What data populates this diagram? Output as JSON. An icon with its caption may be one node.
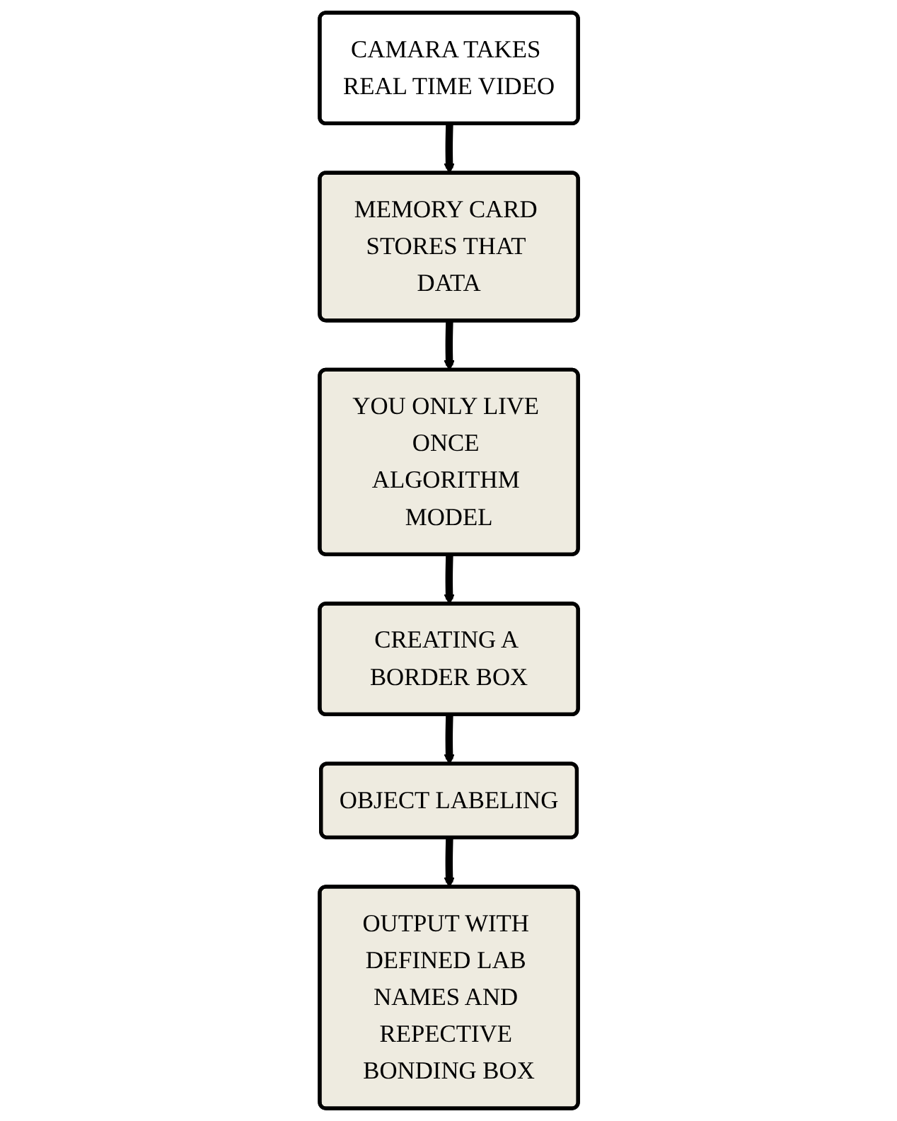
{
  "diagram": {
    "nodes": [
      {
        "text": [
          "CAMARA TAKES REAL TIME VIDEO"
        ]
      },
      {
        "text": [
          "MEMORY CARD STORES THAT DATA"
        ]
      },
      {
        "text": [
          "YOU ONLY LIVE ONCE ALGORITHM MODEL"
        ]
      },
      {
        "text": [
          "CREATING A BORDER BOX"
        ]
      },
      {
        "text": [
          "OBJECT LABELING"
        ]
      },
      {
        "text": [
          "OUTPUT WITH DEFINED LAB NAMES AND REPECTIVE BONDING BOX"
        ]
      }
    ],
    "edges": [
      {
        "from": 0,
        "to": 1,
        "arrow": "to"
      },
      {
        "from": 1,
        "to": 2,
        "arrow": "to"
      },
      {
        "from": 2,
        "to": 3,
        "arrow": "to"
      },
      {
        "from": 3,
        "to": 4,
        "arrow": "to"
      },
      {
        "from": 4,
        "to": 5,
        "arrow": "to"
      }
    ]
  }
}
